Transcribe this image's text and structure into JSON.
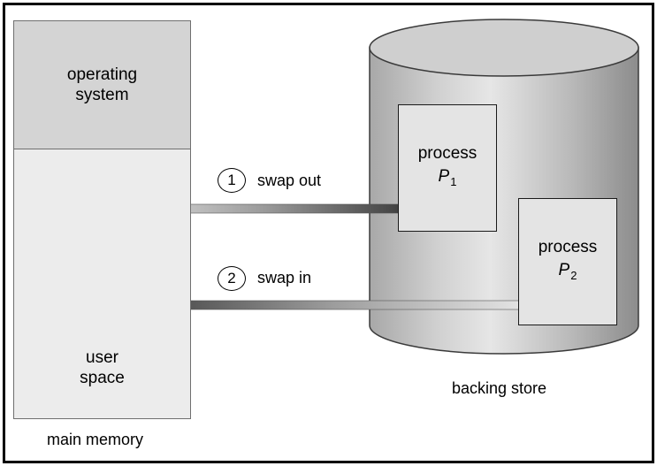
{
  "main_memory": {
    "os_label": "operating system",
    "user_label": "user space",
    "caption": "main memory"
  },
  "backing_store": {
    "caption": "backing store",
    "process_1": {
      "label": "process",
      "symbol": "P",
      "subscript": "1"
    },
    "process_2": {
      "label": "process",
      "symbol": "P",
      "subscript": "2"
    }
  },
  "steps": [
    {
      "number": "1",
      "label": "swap out"
    },
    {
      "number": "2",
      "label": "swap in"
    }
  ]
}
